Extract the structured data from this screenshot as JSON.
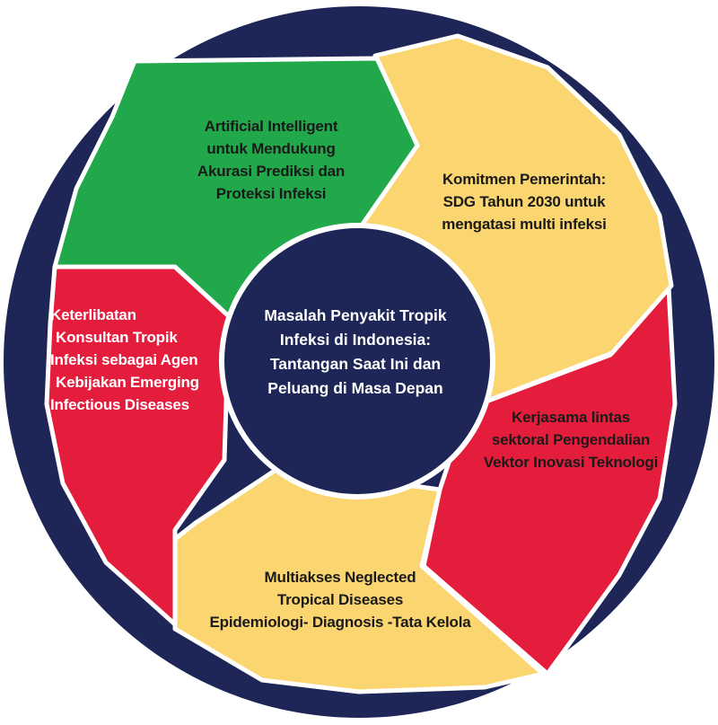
{
  "center": {
    "lines": [
      "Masalah Penyakit Tropik",
      "Infeksi di Indonesia:",
      "Tantangan Saat Ini dan",
      "Peluang di Masa Depan"
    ]
  },
  "segments": [
    {
      "id": "ai",
      "color": "#21a84b",
      "text_color": "#1a1a1a",
      "lines": [
        "Artificial Intelligent",
        "untuk Mendukung",
        "Akurasi Prediksi dan",
        "Proteksi Infeksi"
      ]
    },
    {
      "id": "komitmen",
      "color": "#fbd56f",
      "text_color": "#1a1a1a",
      "lines": [
        "Komitmen Pemerintah:",
        "SDG Tahun 2030 untuk",
        "mengatasi multi infeksi"
      ]
    },
    {
      "id": "kerjasama",
      "color": "#e51d3d",
      "text_color": "#1a1a1a",
      "lines": [
        "Kerjasama lintas",
        "sektoral Pengendalian",
        "Vektor Inovasi Teknologi"
      ]
    },
    {
      "id": "multiakses",
      "color": "#fbd56f",
      "text_color": "#1a1a1a",
      "lines": [
        "Multiakses Neglected",
        "Tropical Diseases",
        "Epidemiologi- Diagnosis -Tata Kelola"
      ]
    },
    {
      "id": "keterlibatan",
      "color": "#e51d3d",
      "text_color": "#ffffff",
      "lines": [
        "Keterlibatan",
        "Konsultan Tropik",
        "Infeksi  sebagai Agen",
        "Kebijakan Emerging",
        "Infectious Diseases"
      ]
    }
  ],
  "colors": {
    "ring": "#1d2656",
    "green": "#21a84b",
    "yellow": "#fbd56f",
    "red": "#e51d3d",
    "white": "#ffffff"
  }
}
